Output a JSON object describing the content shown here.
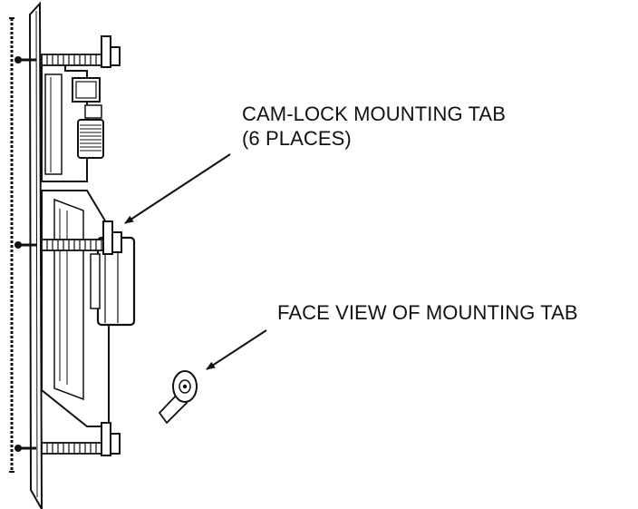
{
  "callouts": {
    "cam_lock": {
      "line1": "CAM-LOCK MOUNTING TAB",
      "line2": "(6 PLACES)"
    },
    "face_view": {
      "line1": "FACE VIEW OF MOUNTING TAB"
    }
  },
  "colors": {
    "ink": "#111111",
    "fill_light": "#ffffff",
    "fill_dark": "#1a1a1a"
  }
}
